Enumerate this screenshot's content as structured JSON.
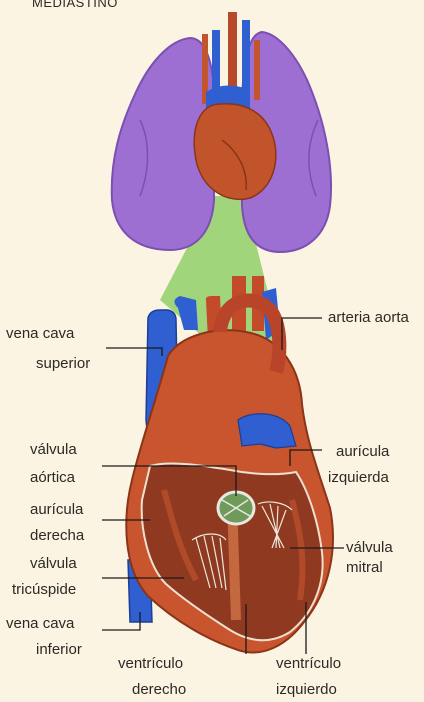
{
  "title": "MEDIASTINO",
  "labels": {
    "arteria_aorta": "arteria aorta",
    "vena_cava_superior_1": "vena cava",
    "vena_cava_superior_2": "superior",
    "valvula_aortica_1": "válvula",
    "valvula_aortica_2": "aórtica",
    "auricula_izquierda_1": "aurícula",
    "auricula_izquierda_2": "izquierda",
    "auricula_derecha_1": "aurícula",
    "auricula_derecha_2": "derecha",
    "valvula_mitral_1": "válvula",
    "valvula_mitral_2": "mitral",
    "valvula_tricuspide_1": "válvula",
    "valvula_tricuspide_2": "tricúspide",
    "vena_cava_inferior_1": "vena cava",
    "vena_cava_inferior_2": "inferior",
    "ventriculo_derecho_1": "ventrículo",
    "ventriculo_derecho_2": "derecho",
    "ventriculo_izquierdo_1": "ventrículo",
    "ventriculo_izquierdo_2": "izquierdo"
  }
}
